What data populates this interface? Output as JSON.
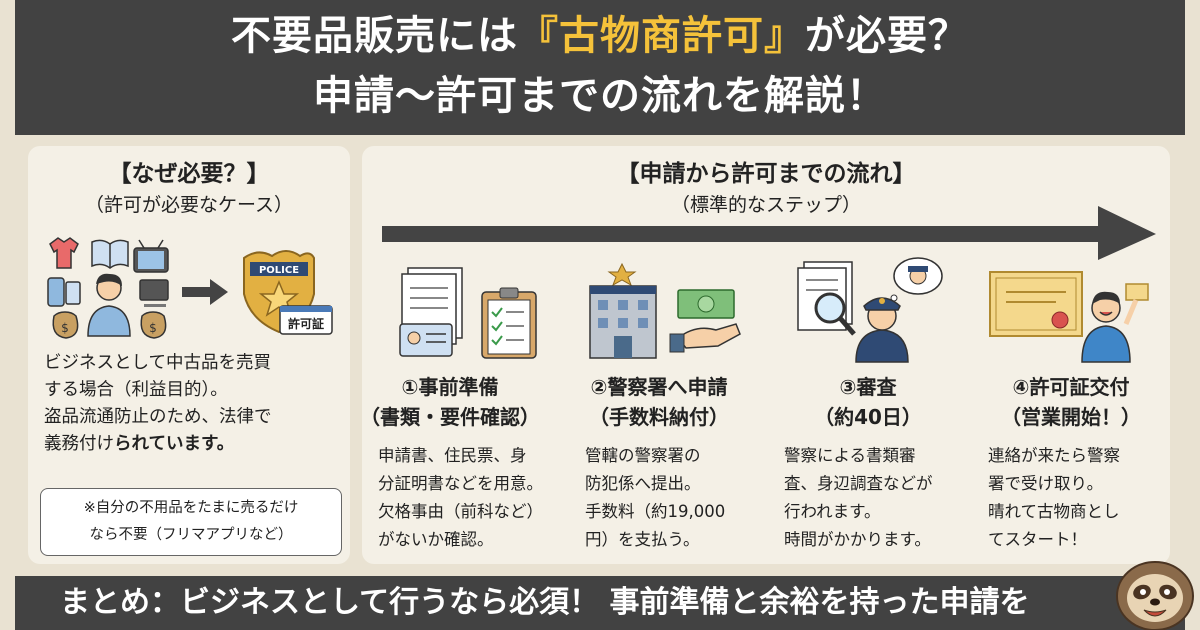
{
  "title": {
    "line1_prefix": "不要品販売には",
    "line1_highlight": "『古物商許可』",
    "line1_suffix": "が必要？",
    "line2": "申請〜許可までの流れを解説！"
  },
  "left": {
    "heading": "【なぜ必要？】",
    "subheading": "（許可が必要なケース）",
    "badge_text": "POLICE",
    "permit_text": "許可証",
    "body_line1": "ビジネスとして中古品を売買",
    "body_line2": "する場合（利益目的）。",
    "body_line3": "盗品流通防止のため、法律で",
    "body_line4_a": "義務付け",
    "body_line4_b": "られています。",
    "note_line1": "※自分の不用品をたまに売るだけ",
    "note_line2": "なら不要（フリマアプリなど）"
  },
  "right": {
    "heading": "【申請から許可までの流れ】",
    "subheading": "（標準的なステップ）",
    "steps": [
      {
        "title": "①事前準備",
        "subtitle": "（書類・要件確認）",
        "lines": [
          "申請書、住民票、身",
          "分証明書などを用意。",
          "欠格事由（前科など）",
          "がないか確認。"
        ]
      },
      {
        "title": "②警察署へ申請",
        "subtitle": "（手数料納付）",
        "lines": [
          "管轄の警察署の",
          "防犯係へ提出。",
          "手数料（約19,000",
          "円）を支払う。"
        ]
      },
      {
        "title": "③審査",
        "subtitle": "（約40日）",
        "lines": [
          "警察による書類審",
          "査、身辺調査などが",
          "行われます。",
          "時間がかかります。"
        ]
      },
      {
        "title": "④許可証交付",
        "subtitle": "（営業開始！）",
        "lines": [
          "連絡が来たら警察",
          "署で受け取り。",
          "晴れて古物商とし",
          "てスタート！"
        ]
      }
    ]
  },
  "footer": "まとめ：ビジネスとして行うなら必須！ 事前準備と余裕を持った申請を",
  "colors": {
    "dark": "#424242",
    "highlight": "#f5c23a",
    "panel": "#f4f0e6",
    "background": "#e9e2d2"
  }
}
